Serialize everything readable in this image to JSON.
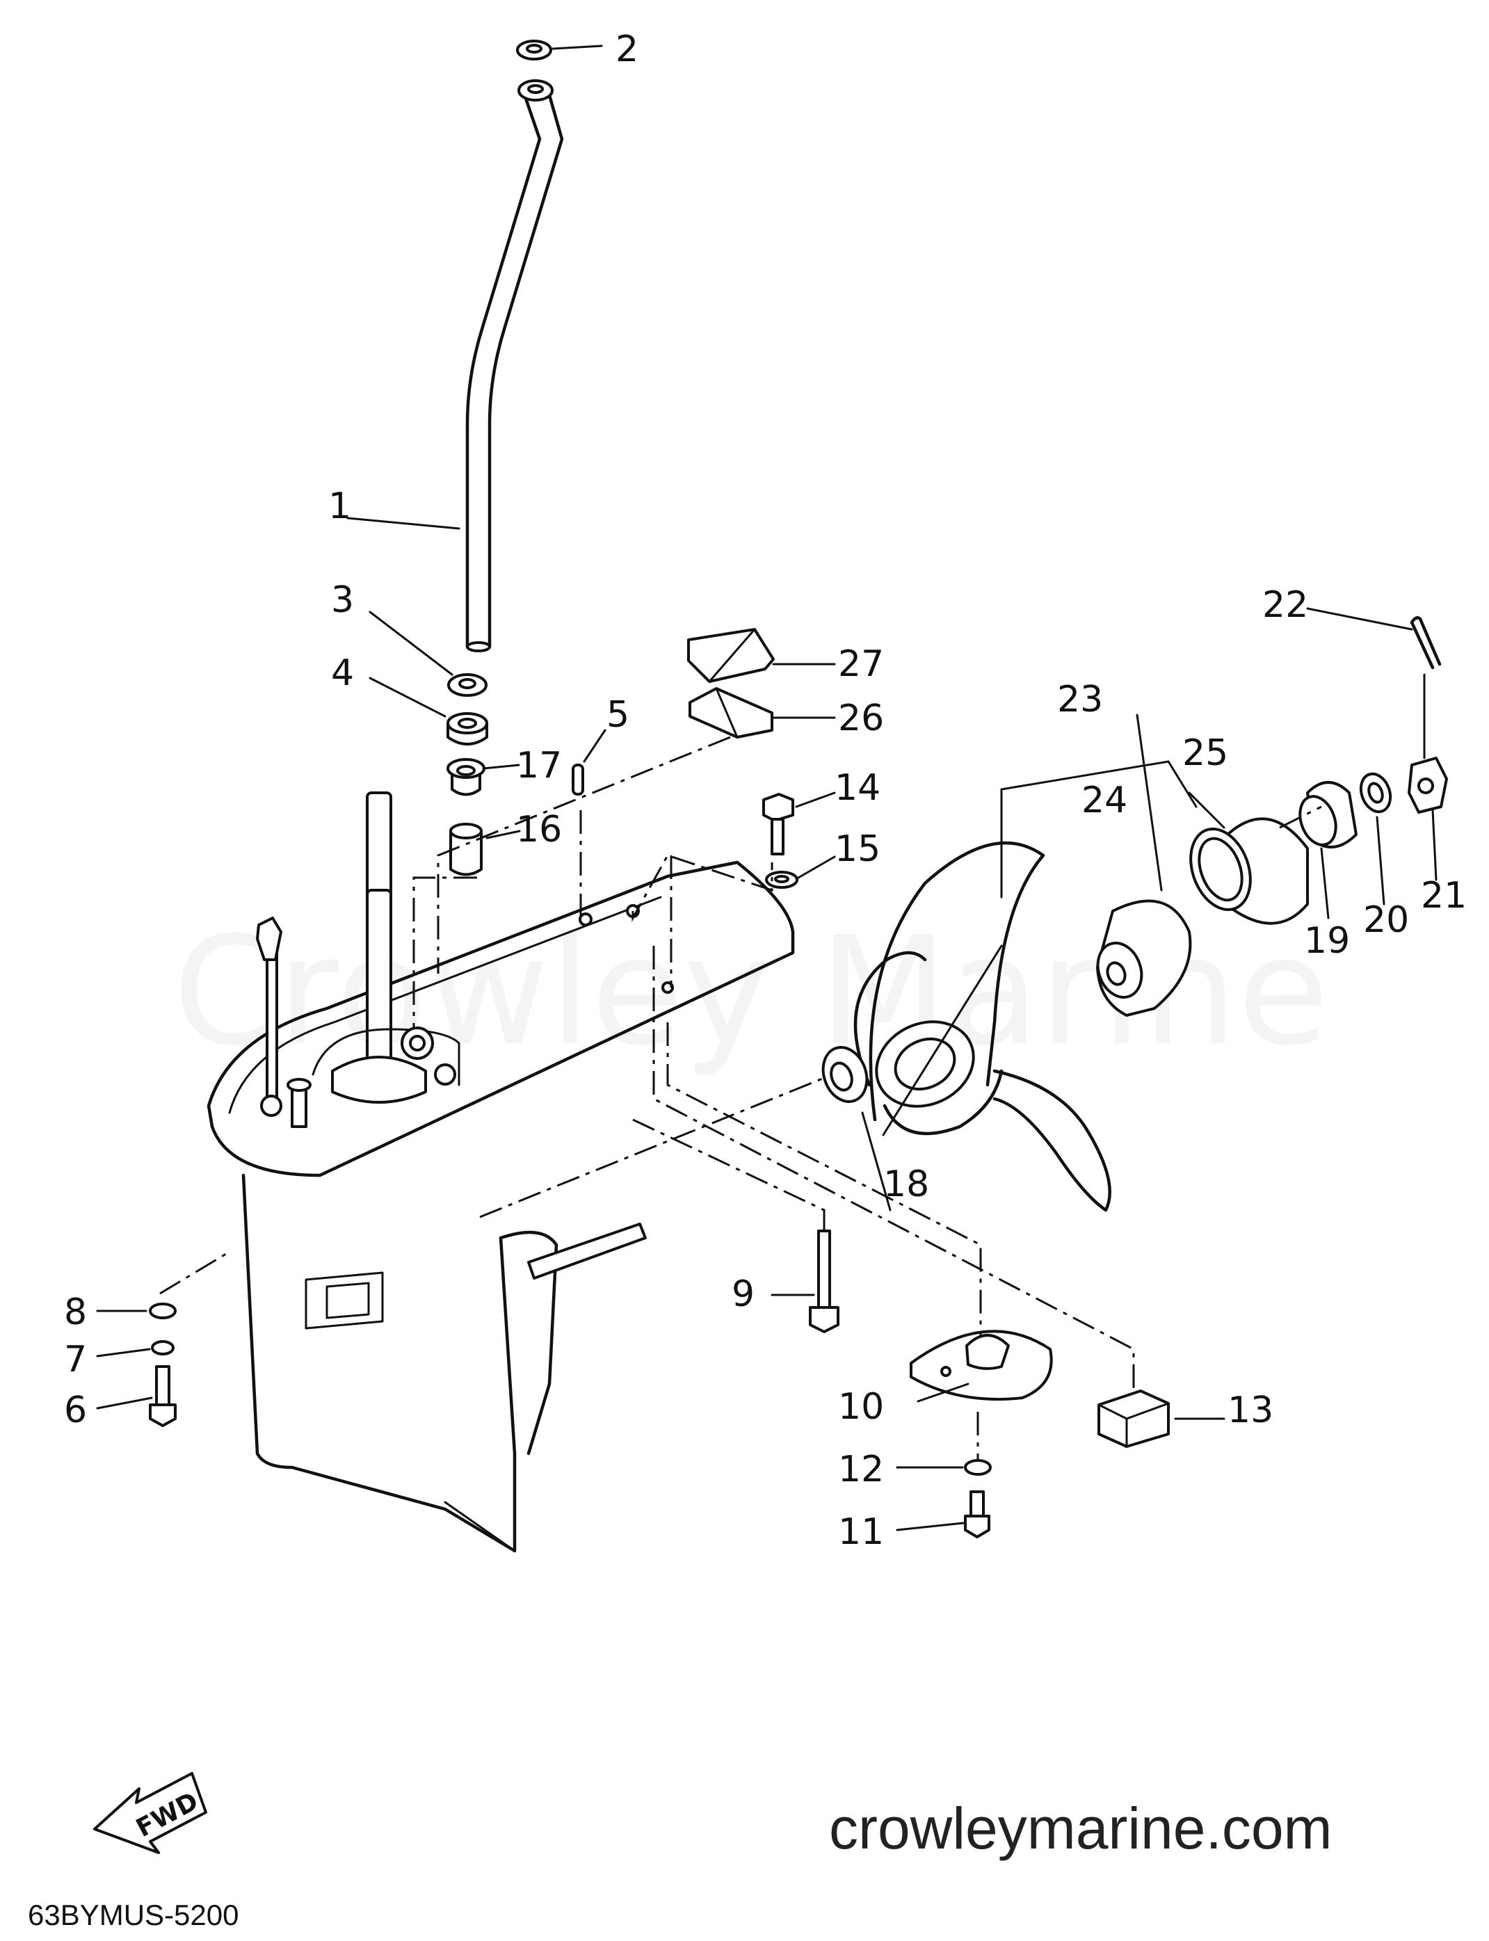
{
  "watermark": "Crowley Marine",
  "website": "crowleymarine.com",
  "diagram_code": "63BYMUS-5200",
  "fwd_label": "FWD",
  "callouts": [
    "1",
    "2",
    "3",
    "4",
    "5",
    "6",
    "7",
    "8",
    "9",
    "10",
    "11",
    "12",
    "13",
    "14",
    "15",
    "16",
    "17",
    "18",
    "19",
    "20",
    "21",
    "22",
    "23",
    "24",
    "25",
    "26",
    "27"
  ]
}
